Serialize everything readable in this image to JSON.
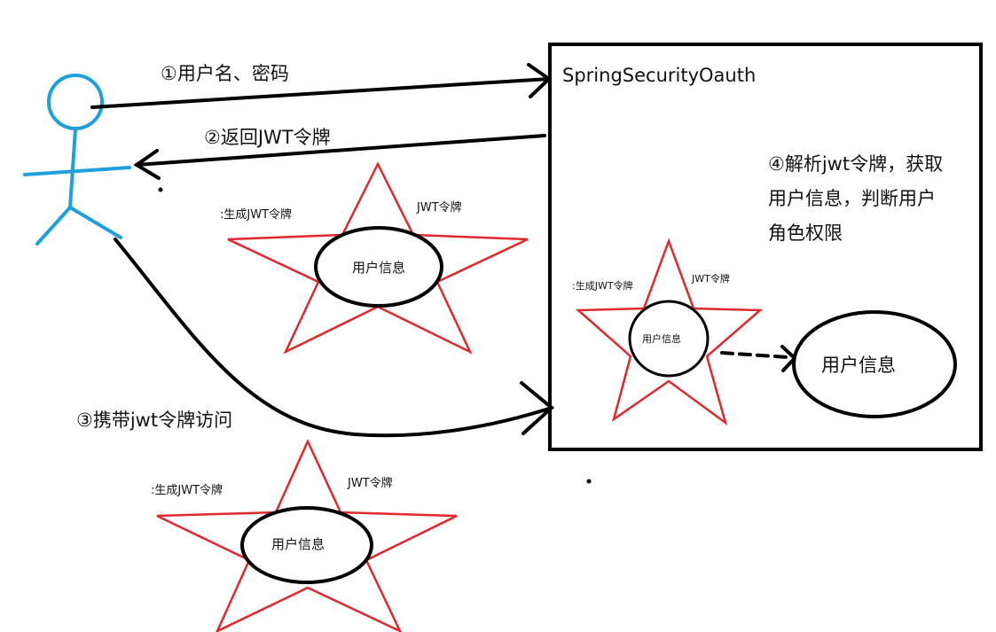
{
  "colors": {
    "person": "#1ea0dc",
    "arrow": "#000000",
    "star": "#e0282d",
    "ellipse": "#000000",
    "server_box": "#000000"
  },
  "server": {
    "title": "SpringSecurityOauth",
    "step4_line1": "④解析jwt令牌，获取",
    "step4_line2": "用户信息，判断用户",
    "step4_line3": "角色权限"
  },
  "steps": {
    "step1": "①用户名、密码",
    "step2": "②返回JWT令牌",
    "step3": "③携带jwt令牌访问"
  },
  "tokens": [
    {
      "generated_label": ":生成JWT令牌",
      "token_label": "JWT令牌",
      "payload_label": "用户信息"
    },
    {
      "generated_label": ":生成JWT令牌",
      "token_label": "JWT令牌",
      "payload_label": "用户信息"
    },
    {
      "generated_label": ":生成JWT令牌",
      "token_label": "JWT令牌",
      "payload_label": "用户信息"
    }
  ],
  "parsed_user_info": "用户信息"
}
